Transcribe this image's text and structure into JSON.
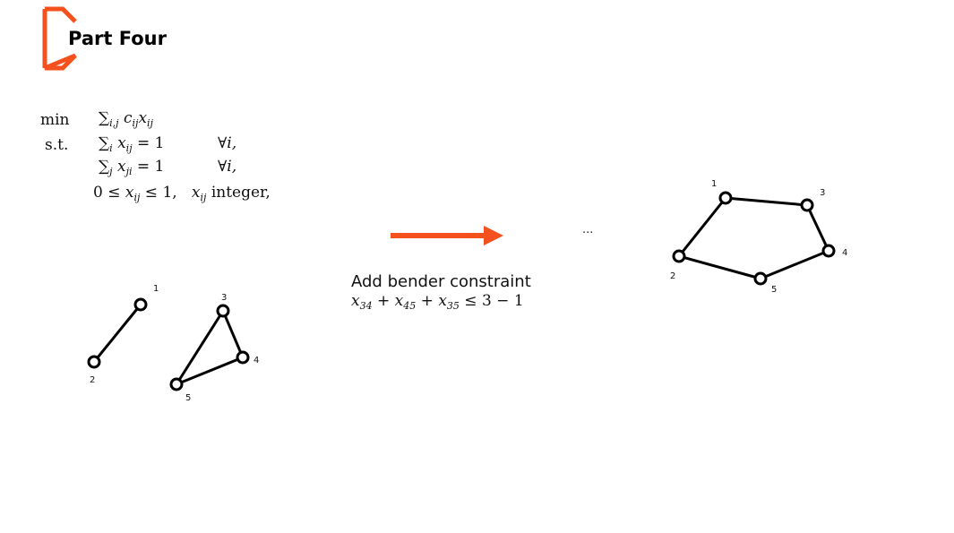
{
  "slide": {
    "title": "Part Four",
    "accent_color": "#f4511e"
  },
  "model": {
    "row1_label": "min",
    "row1_sum": "∑",
    "row1_sub": "i,j",
    "row1_expr": "c",
    "row1_c_sub": "ij",
    "row1_x": "x",
    "row1_x_sub": "ij",
    "row2_label": "s.t.",
    "row2_sum": "∑",
    "row2_sub": "i",
    "row2_x": "x",
    "row2_x_sub": "ij",
    "row2_rhs": "= 1",
    "row2_q": "∀i,",
    "row3_sum": "∑",
    "row3_sub": "j",
    "row3_x": "x",
    "row3_x_sub": "ji",
    "row3_rhs": "= 1",
    "row3_q": "∀i,",
    "row4_lhs": "0 ≤ ",
    "row4_x": "x",
    "row4_x_sub": "ij",
    "row4_rhs": " ≤ 1,",
    "row4_x2": "x",
    "row4_x2_sub": "ij",
    "row4_tail": " integer,"
  },
  "arrow": {
    "color": "#f4511e",
    "caption": "Add bender constraint",
    "c_x1": "x",
    "c_x1_sub": "34",
    "c_plus1": " + ",
    "c_x2": "x",
    "c_x2_sub": "45",
    "c_plus2": " + ",
    "c_x3": "x",
    "c_x3_sub": "35",
    "c_rhs": "  ≤ 3  − 1"
  },
  "ellipsis": "...",
  "left_graph": {
    "node_labels": [
      "1",
      "2",
      "3",
      "4",
      "5"
    ]
  },
  "right_graph": {
    "node_labels": [
      "1",
      "2",
      "3",
      "4",
      "5"
    ]
  }
}
